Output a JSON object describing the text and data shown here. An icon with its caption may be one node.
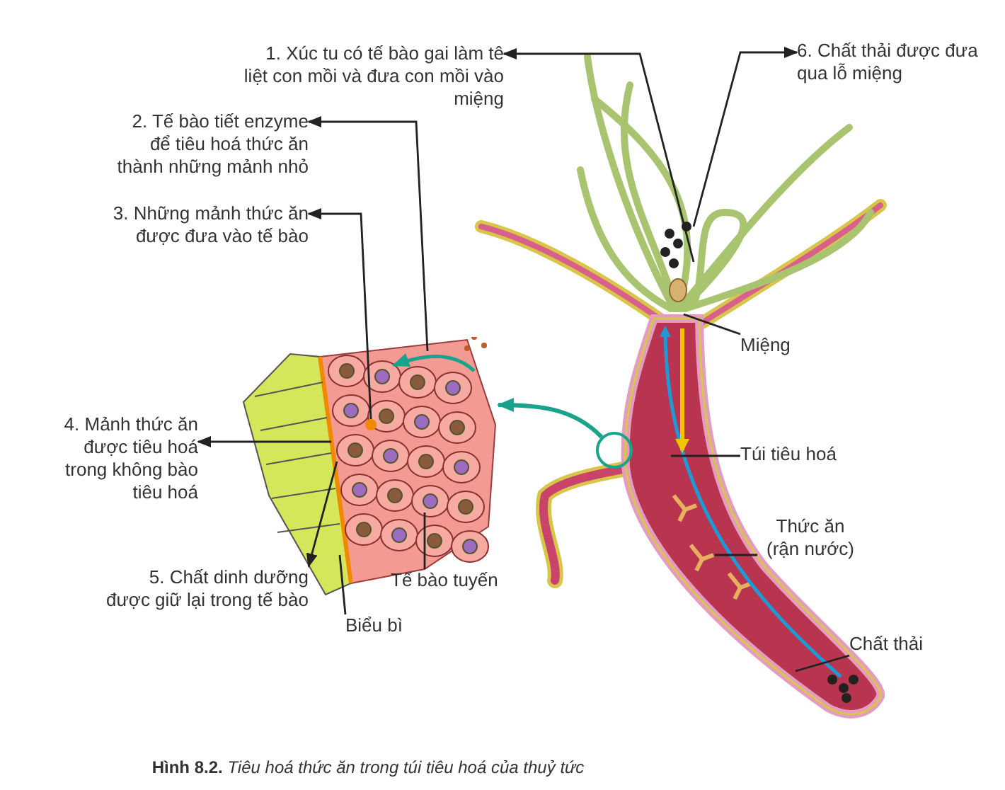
{
  "diagram": {
    "caption": "**Hình 8.2.** *Tiêu hoá thức ăn trong túi tiêu hoá của thuỷ tức*",
    "nodes": [
      {
        "text": [
          "1. Xúc tu có tế bào gai làm tê liệt con mồi và đưa con mồi vào miệng"
        ]
      },
      {
        "text": [
          "2. Tế bào tiết enzyme để tiêu hoá thức ăn thành những mảnh nhỏ"
        ]
      },
      {
        "text": [
          "3. Những mảnh thức ăn được đưa vào tế bào"
        ]
      },
      {
        "text": [
          "4. Mảnh thức ăn được tiêu hoá trong không bào tiêu hoá"
        ]
      },
      {
        "text": [
          "5. Chất dinh dưỡng được giữ lại trong tế bào"
        ]
      },
      {
        "text": [
          "Biểu bì"
        ]
      },
      {
        "text": [
          "Tế bào tuyến"
        ]
      },
      {
        "text": [
          "6. Chất thải được đưa qua lỗ miệng"
        ]
      },
      {
        "text": [
          "Miệng"
        ]
      },
      {
        "text": [
          "Túi tiêu hoá"
        ]
      },
      {
        "text": [
          "Thức ăn (rận nước)"
        ]
      },
      {
        "text": [
          "Chất thải"
        ]
      },
      {
        "text": [],
        "shape": "picture"
      },
      {
        "text": [],
        "shape": "circle"
      }
    ],
    "edges": [
      {
        "from": null,
        "to": 0,
        "arrow": "to"
      },
      {
        "from": 12,
        "to": 1,
        "arrow": "to"
      },
      {
        "from": 12,
        "to": 2,
        "arrow": "to"
      },
      {
        "from": 12,
        "to": 3,
        "arrow": "to"
      },
      {
        "from": 12,
        "to": 4,
        "arrow": "to"
      },
      {
        "from": 5,
        "to": 12,
        "arrow": "none"
      },
      {
        "from": 6,
        "to": 12,
        "arrow": "none"
      },
      {
        "from": null,
        "to": 7,
        "arrow": "to"
      },
      {
        "from": 8,
        "to": null,
        "arrow": "none"
      },
      {
        "from": 9,
        "to": null,
        "arrow": "none"
      },
      {
        "from": 10,
        "to": null,
        "arrow": "none"
      },
      {
        "from": 11,
        "to": null,
        "arrow": "none"
      },
      {
        "from": 13,
        "to": 12,
        "arrow": "to",
        "style": "thick",
        "color": "#1aa38c"
      }
    ]
  }
}
